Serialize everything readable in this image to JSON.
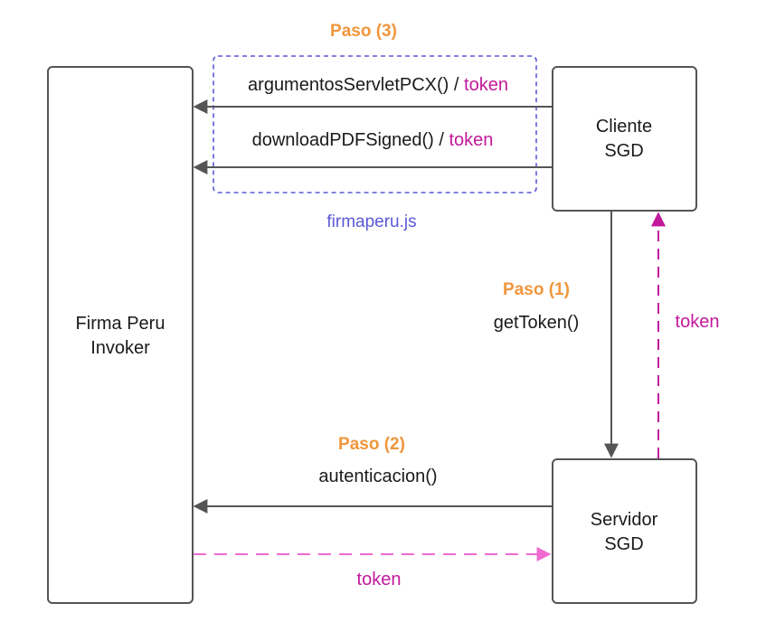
{
  "colors": {
    "stroke": "#555555",
    "text": "#1a1a1a",
    "token": "#c2189b",
    "token_dashed_line": "#f06ad0",
    "step": "#f0963c",
    "group": "#5a5ad6"
  },
  "nodes": {
    "firma_peru_invoker": {
      "line1": "Firma Peru",
      "line2": "Invoker"
    },
    "cliente_sgd": {
      "line1": "Cliente",
      "line2": "SGD"
    },
    "servidor_sgd": {
      "line1": "Servidor",
      "line2": "SGD"
    }
  },
  "group": {
    "label": "firmaperu.js",
    "step": "Paso (3)"
  },
  "edges": {
    "argumentos": {
      "call": "argumentosServletPCX() / ",
      "token": "token"
    },
    "download": {
      "call": "downloadPDFSigned() / ",
      "token": "token"
    },
    "get_token": {
      "step": "Paso (1)",
      "call": "getToken()"
    },
    "token_to_cliente": {
      "label": "token"
    },
    "autenticacion": {
      "step": "Paso (2)",
      "call": "autenticacion()"
    },
    "token_to_servidor": {
      "label": "token"
    }
  }
}
